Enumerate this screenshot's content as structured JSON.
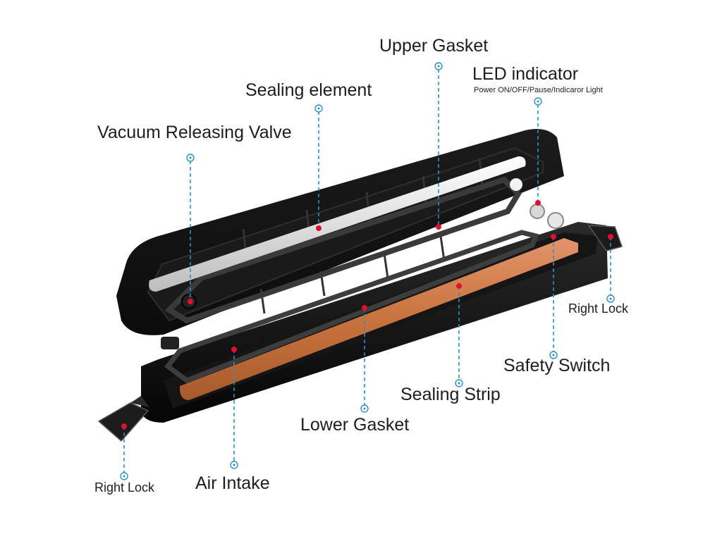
{
  "diagram": {
    "labels": {
      "upper_gasket": "Upper Gasket",
      "led_indicator": "LED indicator",
      "led_sub": "Power ON/OFF/Pause/Indicaror Light",
      "sealing_element": "Sealing element",
      "vacuum_valve": "Vacuum Releasing Valve",
      "right_lock_right": "Right Lock",
      "safety_switch": "Safety Switch",
      "sealing_strip": "Sealing Strip",
      "lower_gasket": "Lower Gasket",
      "right_lock_left": "Right Lock",
      "air_intake": "Air Intake"
    },
    "colors": {
      "leader": "#2f8fbf",
      "point": "#e0102e",
      "device_body": "#111111",
      "sealing_strip": "#c9733e"
    }
  }
}
